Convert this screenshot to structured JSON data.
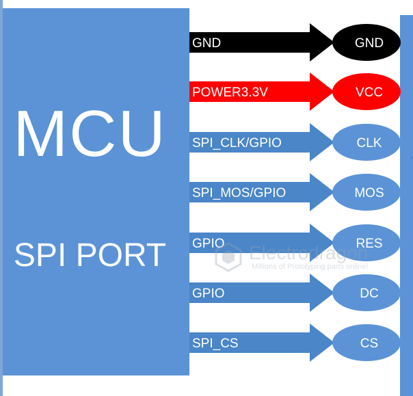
{
  "mcu": {
    "title": "MCU",
    "subtitle": "SPI PORT"
  },
  "signals": [
    {
      "label": "GND",
      "pin": "GND",
      "arrow_color": "#000000",
      "pin_color": "#000000",
      "pin_text_color": "#ffffff"
    },
    {
      "label": "POWER3.3V",
      "pin": "VCC",
      "arrow_color": "#ff0000",
      "pin_color": "#ff0000",
      "pin_text_color": "#ffffff"
    },
    {
      "label": "SPI_CLK/GPIO",
      "pin": "CLK",
      "arrow_color": "#4a86c8",
      "pin_color": "#5b93d6",
      "pin_text_color": "#ffffff"
    },
    {
      "label": "SPI_MOS/GPIO",
      "pin": "MOS",
      "arrow_color": "#4a86c8",
      "pin_color": "#5b93d6",
      "pin_text_color": "#ffffff"
    },
    {
      "label": "GPIO",
      "pin": "RES",
      "arrow_color": "#4a86c8",
      "pin_color": "#5b93d6",
      "pin_text_color": "#ffffff"
    },
    {
      "label": "GPIO",
      "pin": "DC",
      "arrow_color": "#4a86c8",
      "pin_color": "#5b93d6",
      "pin_text_color": "#ffffff"
    },
    {
      "label": "SPI_CS",
      "pin": "CS",
      "arrow_color": "#4a86c8",
      "pin_color": "#5b93d6",
      "pin_text_color": "#ffffff"
    }
  ],
  "watermark": {
    "brand": "Electrodragon",
    "tagline": "Millions of Prototyping parts online!"
  },
  "colors": {
    "block": "#5b93d6",
    "background": "#ffffff"
  }
}
